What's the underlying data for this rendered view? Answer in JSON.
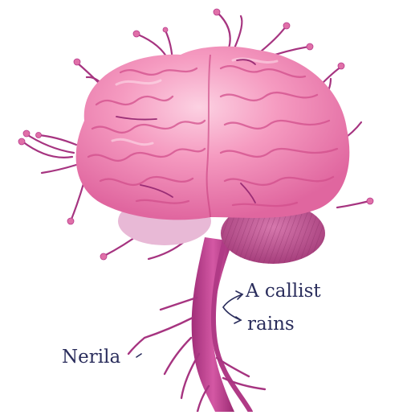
{
  "labels": {
    "a_callist": "A callist",
    "rains": "rains",
    "nerila": "Nerila"
  },
  "colors": {
    "brain_base": "#f48cb8",
    "brain_light": "#fbc1d8",
    "brain_shadow": "#d8558f",
    "brain_fold": "#c8407e",
    "nerve": "#b83a8c",
    "nerve_dark": "#8f2a6f",
    "nerve_tip": "#e070a8",
    "cerebellum": "#b84f8f",
    "label_text": "#2a2d5c",
    "background": "#ffffff"
  }
}
